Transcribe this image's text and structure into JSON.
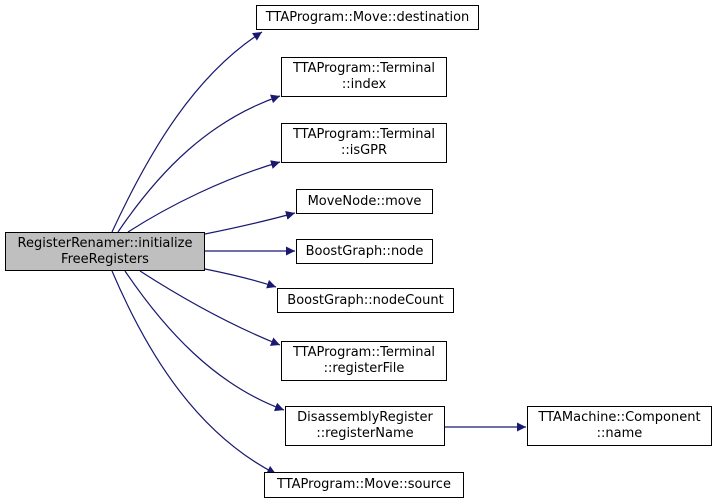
{
  "graph": {
    "colors": {
      "edge": "#191970",
      "root_fill": "#bfbfbf",
      "node_fill": "#ffffff",
      "border": "#000000"
    },
    "root": {
      "line1": "RegisterRenamer::initialize",
      "line2": "FreeRegisters"
    },
    "nodes": [
      {
        "id": "move-destination",
        "line1": "TTAProgram::Move::destination",
        "line2": ""
      },
      {
        "id": "terminal-index",
        "line1": "TTAProgram::Terminal",
        "line2": "::index"
      },
      {
        "id": "terminal-isgpr",
        "line1": "TTAProgram::Terminal",
        "line2": "::isGPR"
      },
      {
        "id": "movenode-move",
        "line1": "MoveNode::move",
        "line2": ""
      },
      {
        "id": "boostgraph-node",
        "line1": "BoostGraph::node",
        "line2": ""
      },
      {
        "id": "boostgraph-nodecount",
        "line1": "BoostGraph::nodeCount",
        "line2": ""
      },
      {
        "id": "terminal-registerfile",
        "line1": "TTAProgram::Terminal",
        "line2": "::registerFile"
      },
      {
        "id": "disassemblyregister-registername",
        "line1": "DisassemblyRegister",
        "line2": "::registerName"
      },
      {
        "id": "move-source",
        "line1": "TTAProgram::Move::source",
        "line2": ""
      },
      {
        "id": "component-name",
        "line1": "TTAMachine::Component",
        "line2": "::name"
      }
    ],
    "edges": [
      [
        "root",
        "move-destination"
      ],
      [
        "root",
        "terminal-index"
      ],
      [
        "root",
        "terminal-isgpr"
      ],
      [
        "root",
        "movenode-move"
      ],
      [
        "root",
        "boostgraph-node"
      ],
      [
        "root",
        "boostgraph-nodecount"
      ],
      [
        "root",
        "terminal-registerfile"
      ],
      [
        "root",
        "disassemblyregister-registername"
      ],
      [
        "root",
        "move-source"
      ],
      [
        "disassemblyregister-registername",
        "component-name"
      ]
    ]
  }
}
